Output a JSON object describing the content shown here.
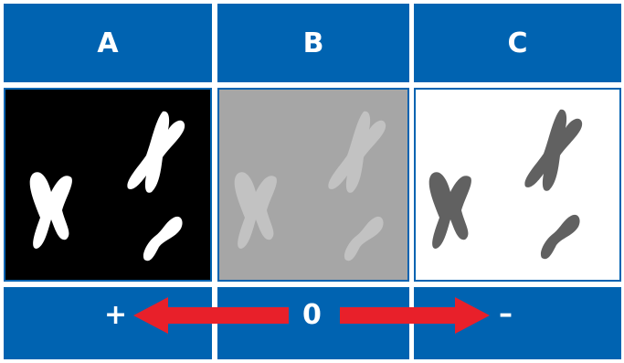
{
  "columns": [
    {
      "label": "A",
      "background": "#000000",
      "chromosome_color": "#ffffff"
    },
    {
      "label": "B",
      "background": "#a6a6a6",
      "chromosome_color": "#c2c2c2"
    },
    {
      "label": "C",
      "background": "#ffffff",
      "chromosome_color": "#616161"
    }
  ],
  "scale": {
    "left_label": "+",
    "center_label": "0",
    "right_label": "–"
  },
  "colors": {
    "header_blue": "#0063b1",
    "arrow_red": "#e8202a"
  }
}
